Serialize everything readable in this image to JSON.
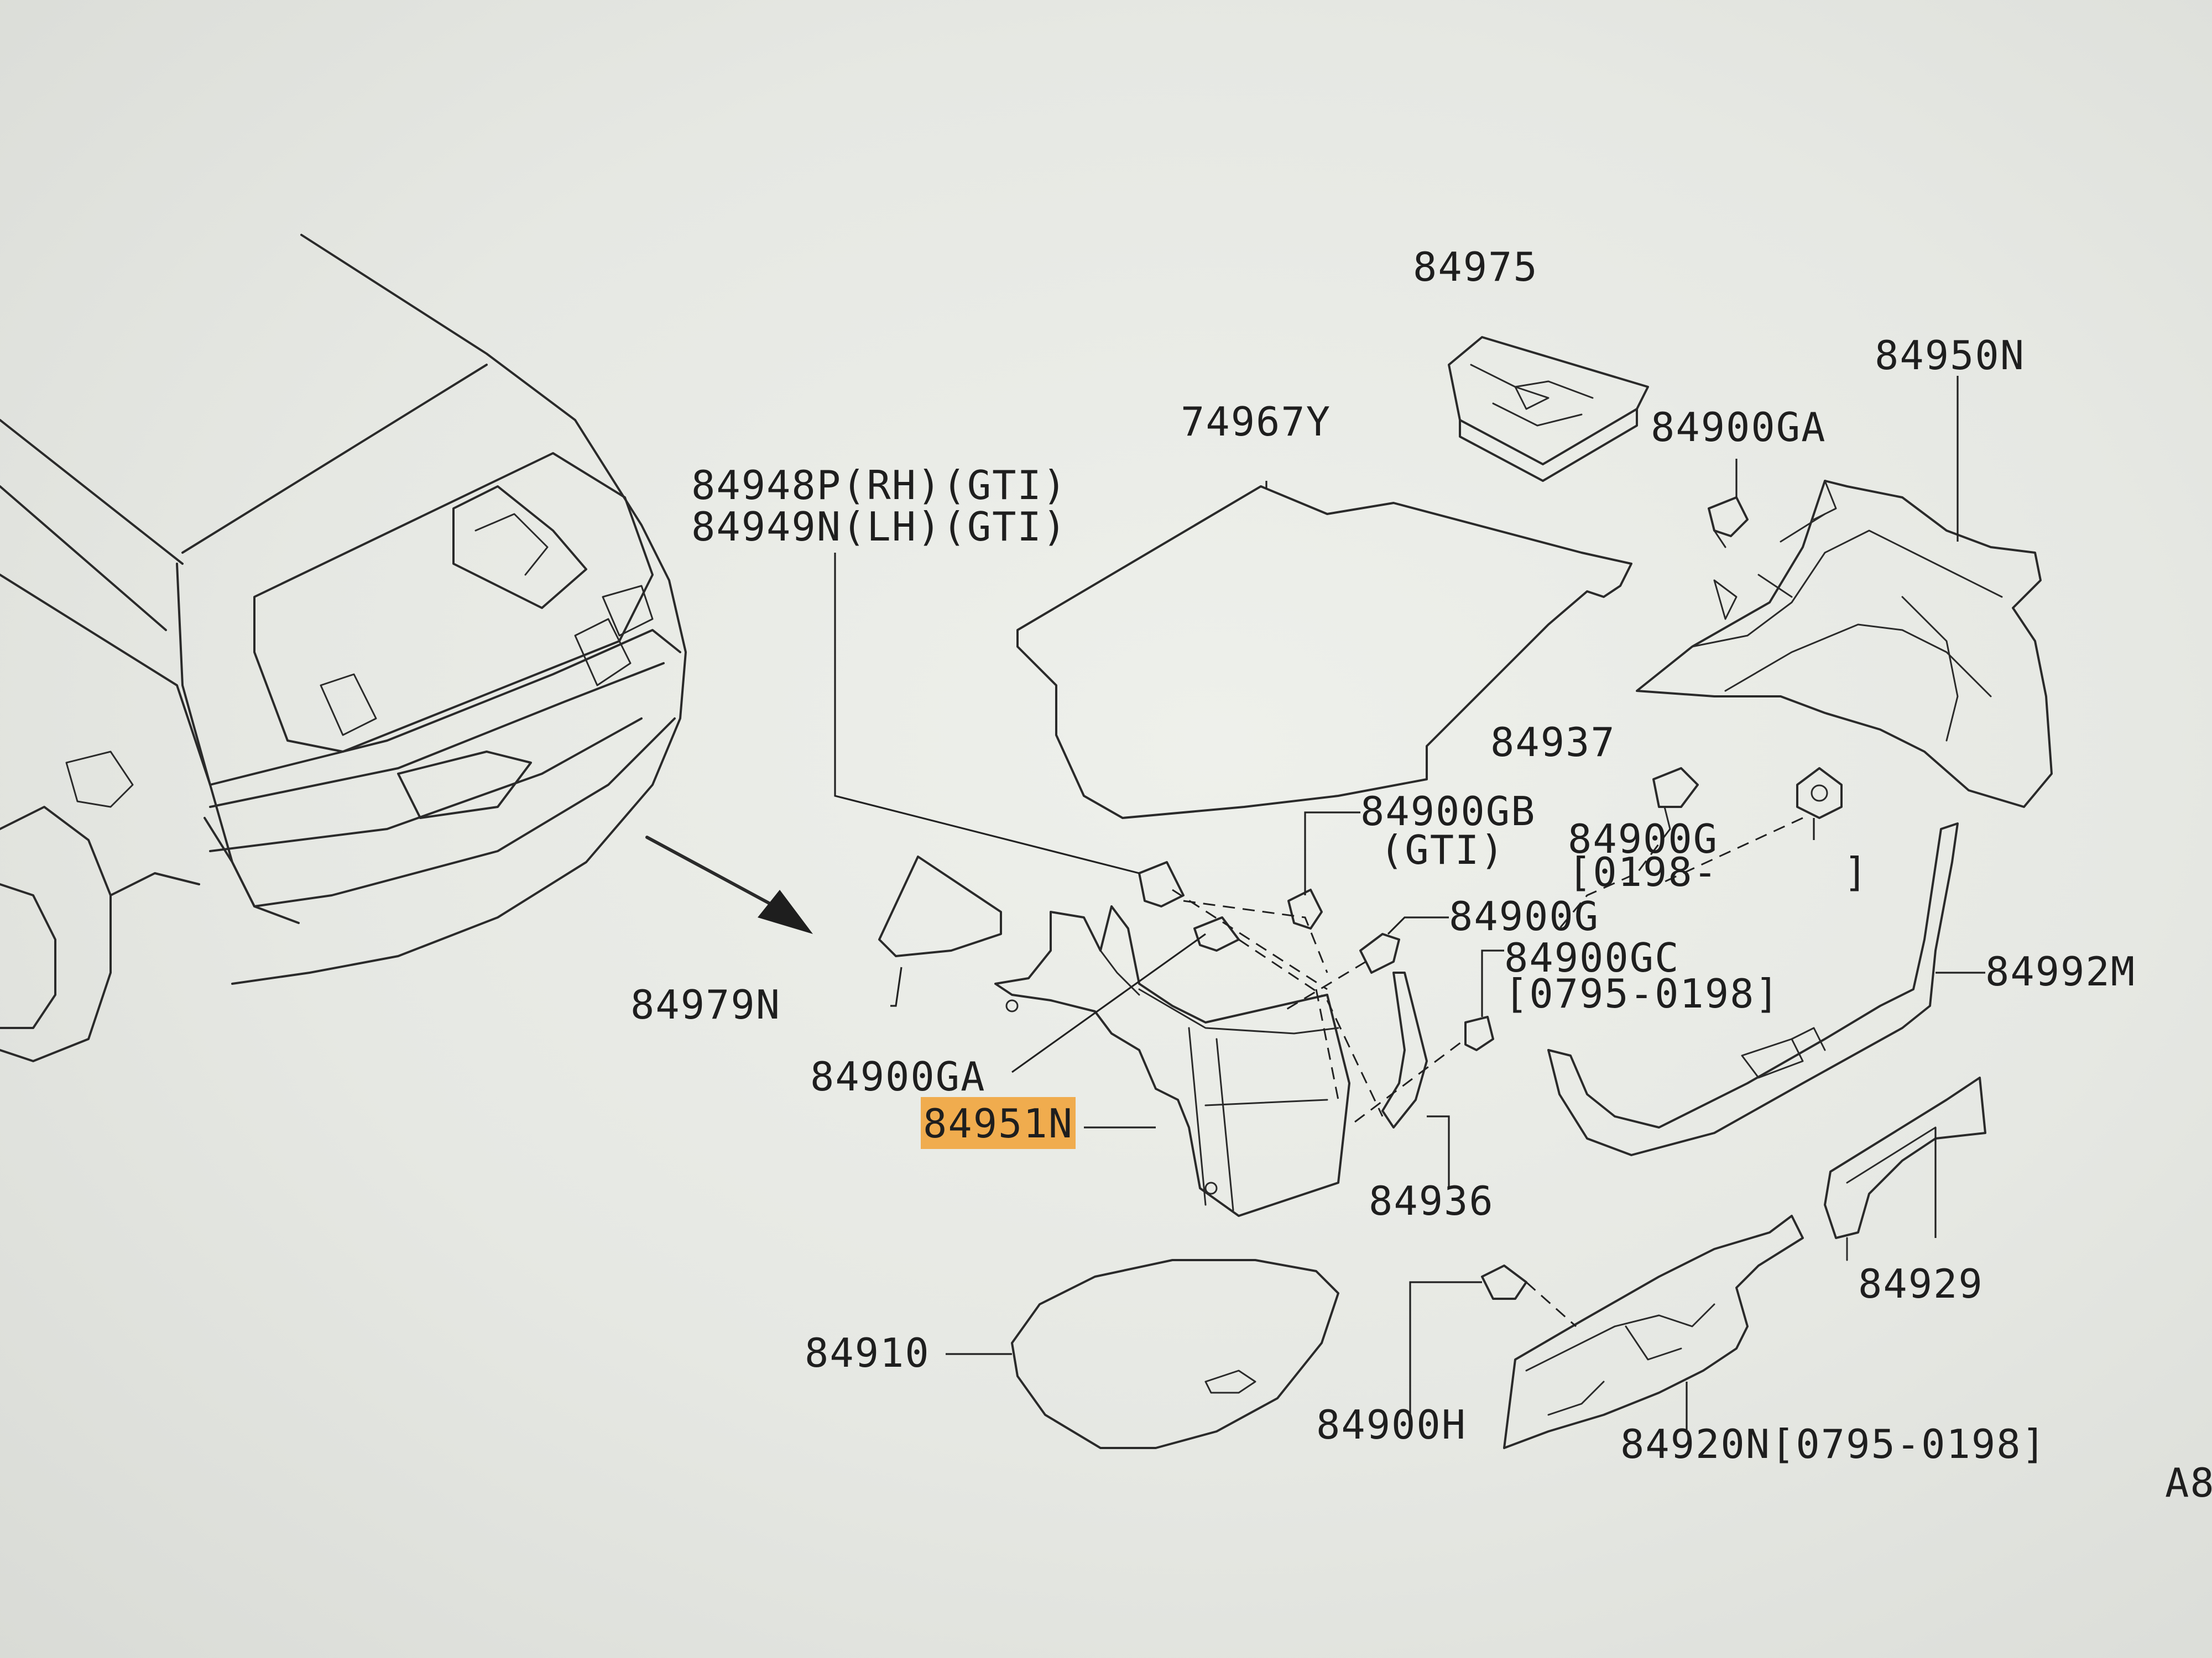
{
  "diagram": {
    "highlight_color": "#f0ac4e",
    "line_color": "#2a2a2a",
    "background_color": "#e6e8e3",
    "labels": {
      "p84975": "84975",
      "p84950N": "84950N",
      "p74967Y": "74967Y",
      "p84900GA_top": "84900GA",
      "p84948P": "84948P(RH)(GTI)",
      "p84949N": "84949N(LH)(GTI)",
      "p84937": "84937",
      "p84900GB": "84900GB",
      "p84900GB_note": "(GTI)",
      "p84900G_right": "84900G",
      "p84900G_right_range": "[0198-     ]",
      "p84900G_mid": "84900G",
      "p84900GC": "84900GC",
      "p84900GC_range": "[0795-0198]",
      "p84979N": "84979N",
      "p84992M": "84992M",
      "p84900GA_bottom": "84900GA",
      "p84951N": "84951N",
      "p84936": "84936",
      "p84929": "84929",
      "p84910": "84910",
      "p84900H": "84900H",
      "p84920N": "84920N[0795-0198]",
      "p_corner": "A8"
    }
  }
}
